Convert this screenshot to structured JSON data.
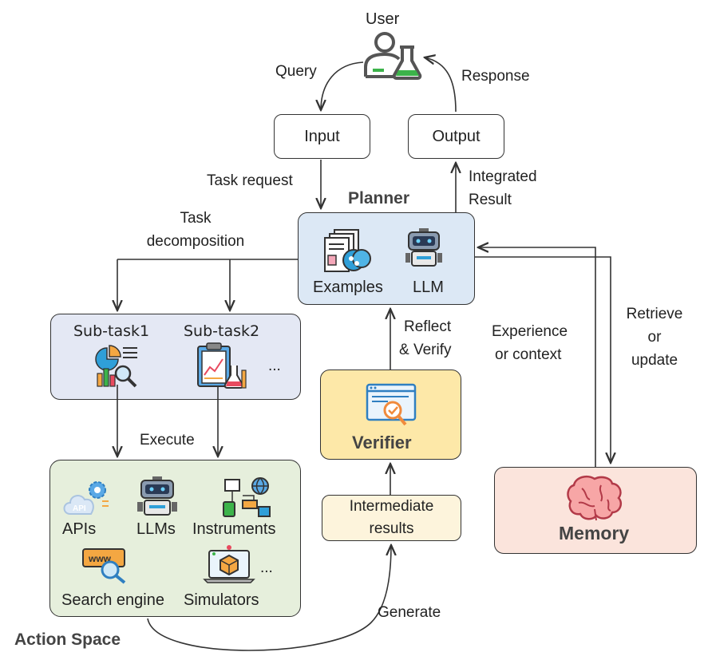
{
  "user": {
    "label": "User"
  },
  "edges": {
    "query": "Query",
    "response": "Response",
    "task_request": "Task request",
    "integrated_result": [
      "Integrated",
      "Result"
    ],
    "task_decomposition": [
      "Task",
      "decomposition"
    ],
    "reflect_verify": [
      "Reflect",
      "& Verify"
    ],
    "experience_context": [
      "Experience",
      "or context"
    ],
    "retrieve_update": [
      "Retrieve",
      "or",
      "update"
    ],
    "execute": "Execute",
    "generate": "Generate"
  },
  "input_box": {
    "label": "Input"
  },
  "output_box": {
    "label": "Output"
  },
  "planner": {
    "title": "Planner",
    "items": [
      "Examples",
      "LLM"
    ]
  },
  "subtasks": {
    "items": [
      "Sub-task1",
      "Sub-task2"
    ],
    "more": "..."
  },
  "verifier": {
    "title": "Verifier"
  },
  "intermediate": {
    "lines": [
      "Intermediate",
      "results"
    ]
  },
  "memory": {
    "title": "Memory"
  },
  "action_space": {
    "title": "Action Space",
    "items": [
      "APIs",
      "LLMs",
      "Instruments",
      "Search engine",
      "Simulators"
    ],
    "more": "..."
  },
  "colors": {
    "planner_fill": "#dce8f5",
    "subtask_fill": "#e4e8f4",
    "verifier_fill": "#fde8a8",
    "intermediate_fill": "#fdf4dc",
    "memory_fill": "#fbe4dc",
    "action_fill": "#e6efdc"
  }
}
